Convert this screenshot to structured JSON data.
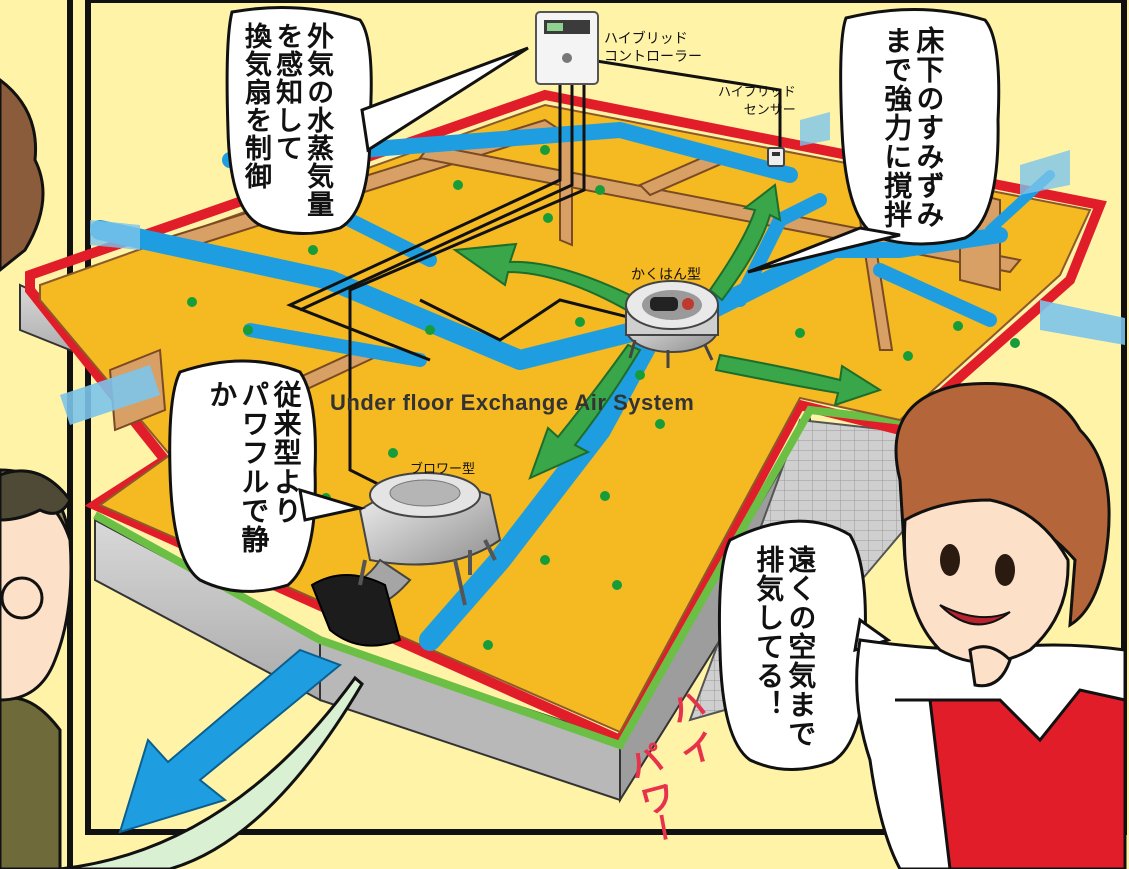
{
  "system_title": "Under floor Exchange Air System",
  "labels": {
    "controller": [
      "ハイブリッド",
      "コントローラー"
    ],
    "sensor": [
      "ハイブリッド",
      "センサー"
    ],
    "kakuhan": "かくはん型",
    "blower": "ブロワー型"
  },
  "bubbles": {
    "controller_note": [
      "外気の水蒸気量",
      "を感知して",
      "換気扇を制御"
    ],
    "stir_note": [
      "床下のすみずみ",
      "まで強力に撹拌"
    ],
    "blower_note": [
      "従来型より",
      "パワフルで静か"
    ],
    "woman_note": [
      "遠くの空気まで",
      "排気してる！"
    ]
  },
  "sound_effect": [
    "ハ",
    "イ",
    "パ",
    "ワ",
    "ー"
  ],
  "colors": {
    "background": "#fff3a8",
    "floor": "#f5b921",
    "duct": "#1e9ee0",
    "foundation_red": "#e21d2a",
    "foundation_green": "#6cbf45",
    "arrow_green": "#3aa64a",
    "dot_green": "#179c3a"
  },
  "icons": [
    "controller-icon",
    "sensor-icon",
    "stir-fan-icon",
    "blower-fan-icon"
  ]
}
